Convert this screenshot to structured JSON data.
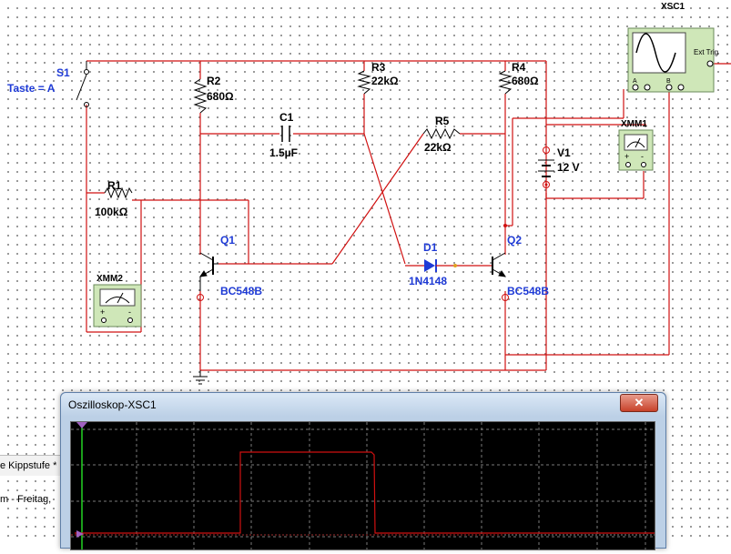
{
  "schematic": {
    "switch": {
      "ref": "S1",
      "key_label": "Taste = A"
    },
    "resistors": [
      {
        "ref": "R1",
        "value": "100kΩ"
      },
      {
        "ref": "R2",
        "value": "680Ω"
      },
      {
        "ref": "R3",
        "value": "22kΩ"
      },
      {
        "ref": "R4",
        "value": "680Ω"
      },
      {
        "ref": "R5",
        "value": "22kΩ"
      }
    ],
    "capacitor": {
      "ref": "C1",
      "value": "1.5µF"
    },
    "diode": {
      "ref": "D1",
      "value": "1N4148"
    },
    "transistors": [
      {
        "ref": "Q1",
        "value": "BC548B"
      },
      {
        "ref": "Q2",
        "value": "BC548B"
      }
    ],
    "source": {
      "ref": "V1",
      "value": "12 V"
    },
    "multimeters": [
      {
        "ref": "XMM1"
      },
      {
        "ref": "XMM2"
      }
    ],
    "oscilloscope": {
      "ref": "XSC1",
      "ext_trig_label": "Ext Trig",
      "channel_a": "A",
      "channel_b": "B"
    },
    "meter_terminals": {
      "plus": "+",
      "minus": "-"
    },
    "colors": {
      "wire": "#d01010",
      "component": "#000000",
      "label_blue": "#1f3bd6",
      "device_green": "#cfe7b8"
    }
  },
  "bottom_panel": {
    "tab_label": "e Kippstufe *",
    "status_text": "m  -  Freitag,"
  },
  "scope_window": {
    "title": "Oszilloskop-XSC1",
    "close_symbol": "✕",
    "colors": {
      "screen_bg": "#000000",
      "grid": "#7a7a7a",
      "trace_a": "#d01010",
      "trace_b": "#a03030",
      "marker": "#22d222"
    }
  }
}
